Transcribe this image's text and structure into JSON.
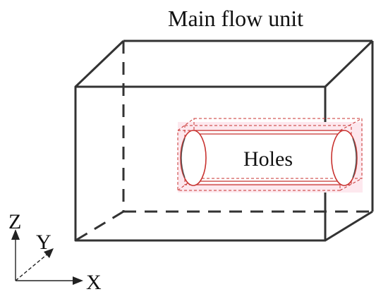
{
  "diagram": {
    "title": "Main flow unit",
    "holes_label": "Holes",
    "axes": {
      "z": "Z",
      "y": "Y",
      "x": "X"
    }
  },
  "colors": {
    "box_edges": "#333333",
    "hole_outline": "#c8322f",
    "hole_fill": "#fde8ee",
    "axis": "#222222"
  }
}
